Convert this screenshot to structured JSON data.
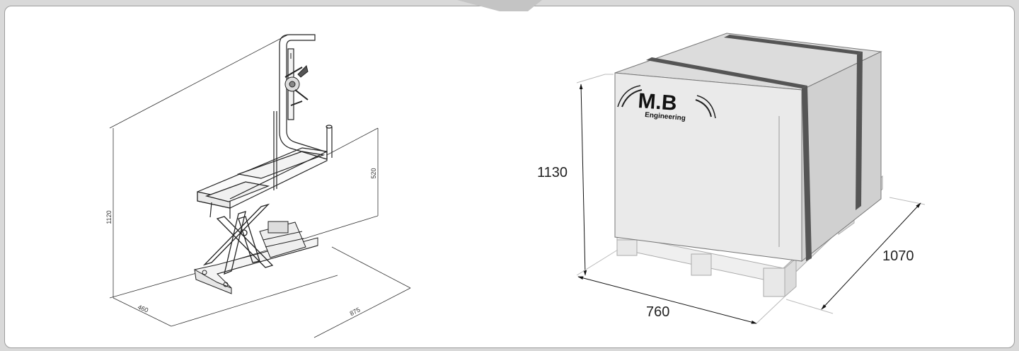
{
  "machine_drawing": {
    "height_label": "1120",
    "width_label": "460",
    "depth_label": "875",
    "table_height_label": "520"
  },
  "package_drawing": {
    "height_label": "1130",
    "width_label": "760",
    "depth_label": "1070",
    "logo_main": "M.B",
    "logo_sub": "Engineering"
  }
}
